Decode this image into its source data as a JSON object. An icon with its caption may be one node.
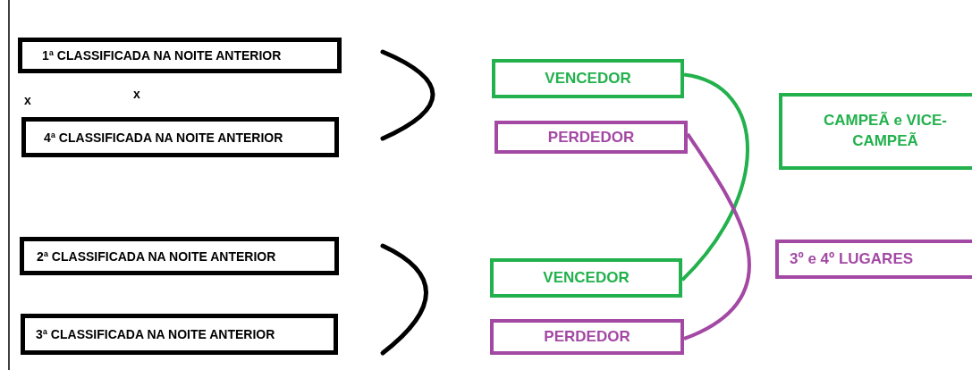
{
  "diagram": {
    "nodes": [
      {
        "text": [
          "1ª CLASSIFICADA NA NOITE ANTERIOR"
        ]
      },
      {
        "text": [
          "4ª CLASSIFICADA NA NOITE ANTERIOR"
        ]
      },
      {
        "text": [
          "2ª CLASSIFICADA NA NOITE ANTERIOR"
        ]
      },
      {
        "text": [
          "3ª CLASSIFICADA NA NOITE ANTERIOR"
        ]
      },
      {
        "text": [
          "VENCEDOR"
        ]
      },
      {
        "text": [
          "PERDEDOR"
        ]
      },
      {
        "text": [
          "CAMPEÃ e VICE-CAMPEÃ"
        ]
      },
      {
        "text": [
          "VENCEDOR"
        ]
      },
      {
        "text": [
          "3º e 4º LUGARES"
        ]
      },
      {
        "text": [
          "PERDEDOR"
        ]
      }
    ],
    "edges": [
      {
        "from": 4,
        "to": 7,
        "arrow": "none",
        "color": "#22b14c"
      },
      {
        "from": 5,
        "to": 9,
        "arrow": "none",
        "color": "#a349a4"
      }
    ],
    "labels": [
      "x",
      "x"
    ]
  }
}
